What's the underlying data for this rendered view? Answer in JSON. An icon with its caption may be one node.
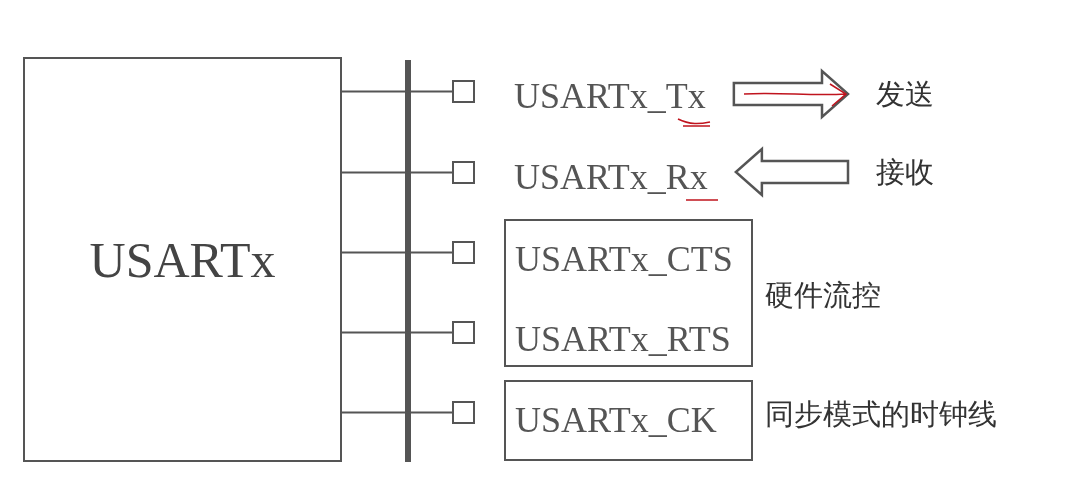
{
  "diagram": {
    "nodes": [
      {
        "text": [
          "USARTx"
        ]
      },
      {
        "text": [],
        "shape": "box"
      },
      {
        "text": [],
        "shape": "box"
      },
      {
        "text": [],
        "shape": "box"
      },
      {
        "text": [],
        "shape": "box"
      },
      {
        "text": [],
        "shape": "box"
      },
      {
        "text": [
          "USARTx_Tx"
        ]
      },
      {
        "text": [
          "发送"
        ]
      },
      {
        "text": [
          "USARTx_Rx"
        ]
      },
      {
        "text": [
          "接收"
        ]
      },
      {
        "text": [
          "USARTx_CTS",
          "USARTx_RTS"
        ],
        "beside": [
          "硬件流控"
        ]
      },
      {
        "text": [
          "USARTx_CK"
        ],
        "beside": [
          "同步模式的时钟线"
        ]
      }
    ],
    "edges": [
      {
        "from": 0,
        "to": 1,
        "arrow": "none"
      },
      {
        "from": 0,
        "to": 2,
        "arrow": "none"
      },
      {
        "from": 0,
        "to": 3,
        "arrow": "none"
      },
      {
        "from": 0,
        "to": 4,
        "arrow": "none"
      },
      {
        "from": 0,
        "to": 5,
        "arrow": "none"
      },
      {
        "from": 6,
        "to": 7,
        "arrow": "to",
        "style": "thick"
      },
      {
        "from": 9,
        "to": 8,
        "arrow": "to",
        "style": "thick"
      }
    ]
  }
}
